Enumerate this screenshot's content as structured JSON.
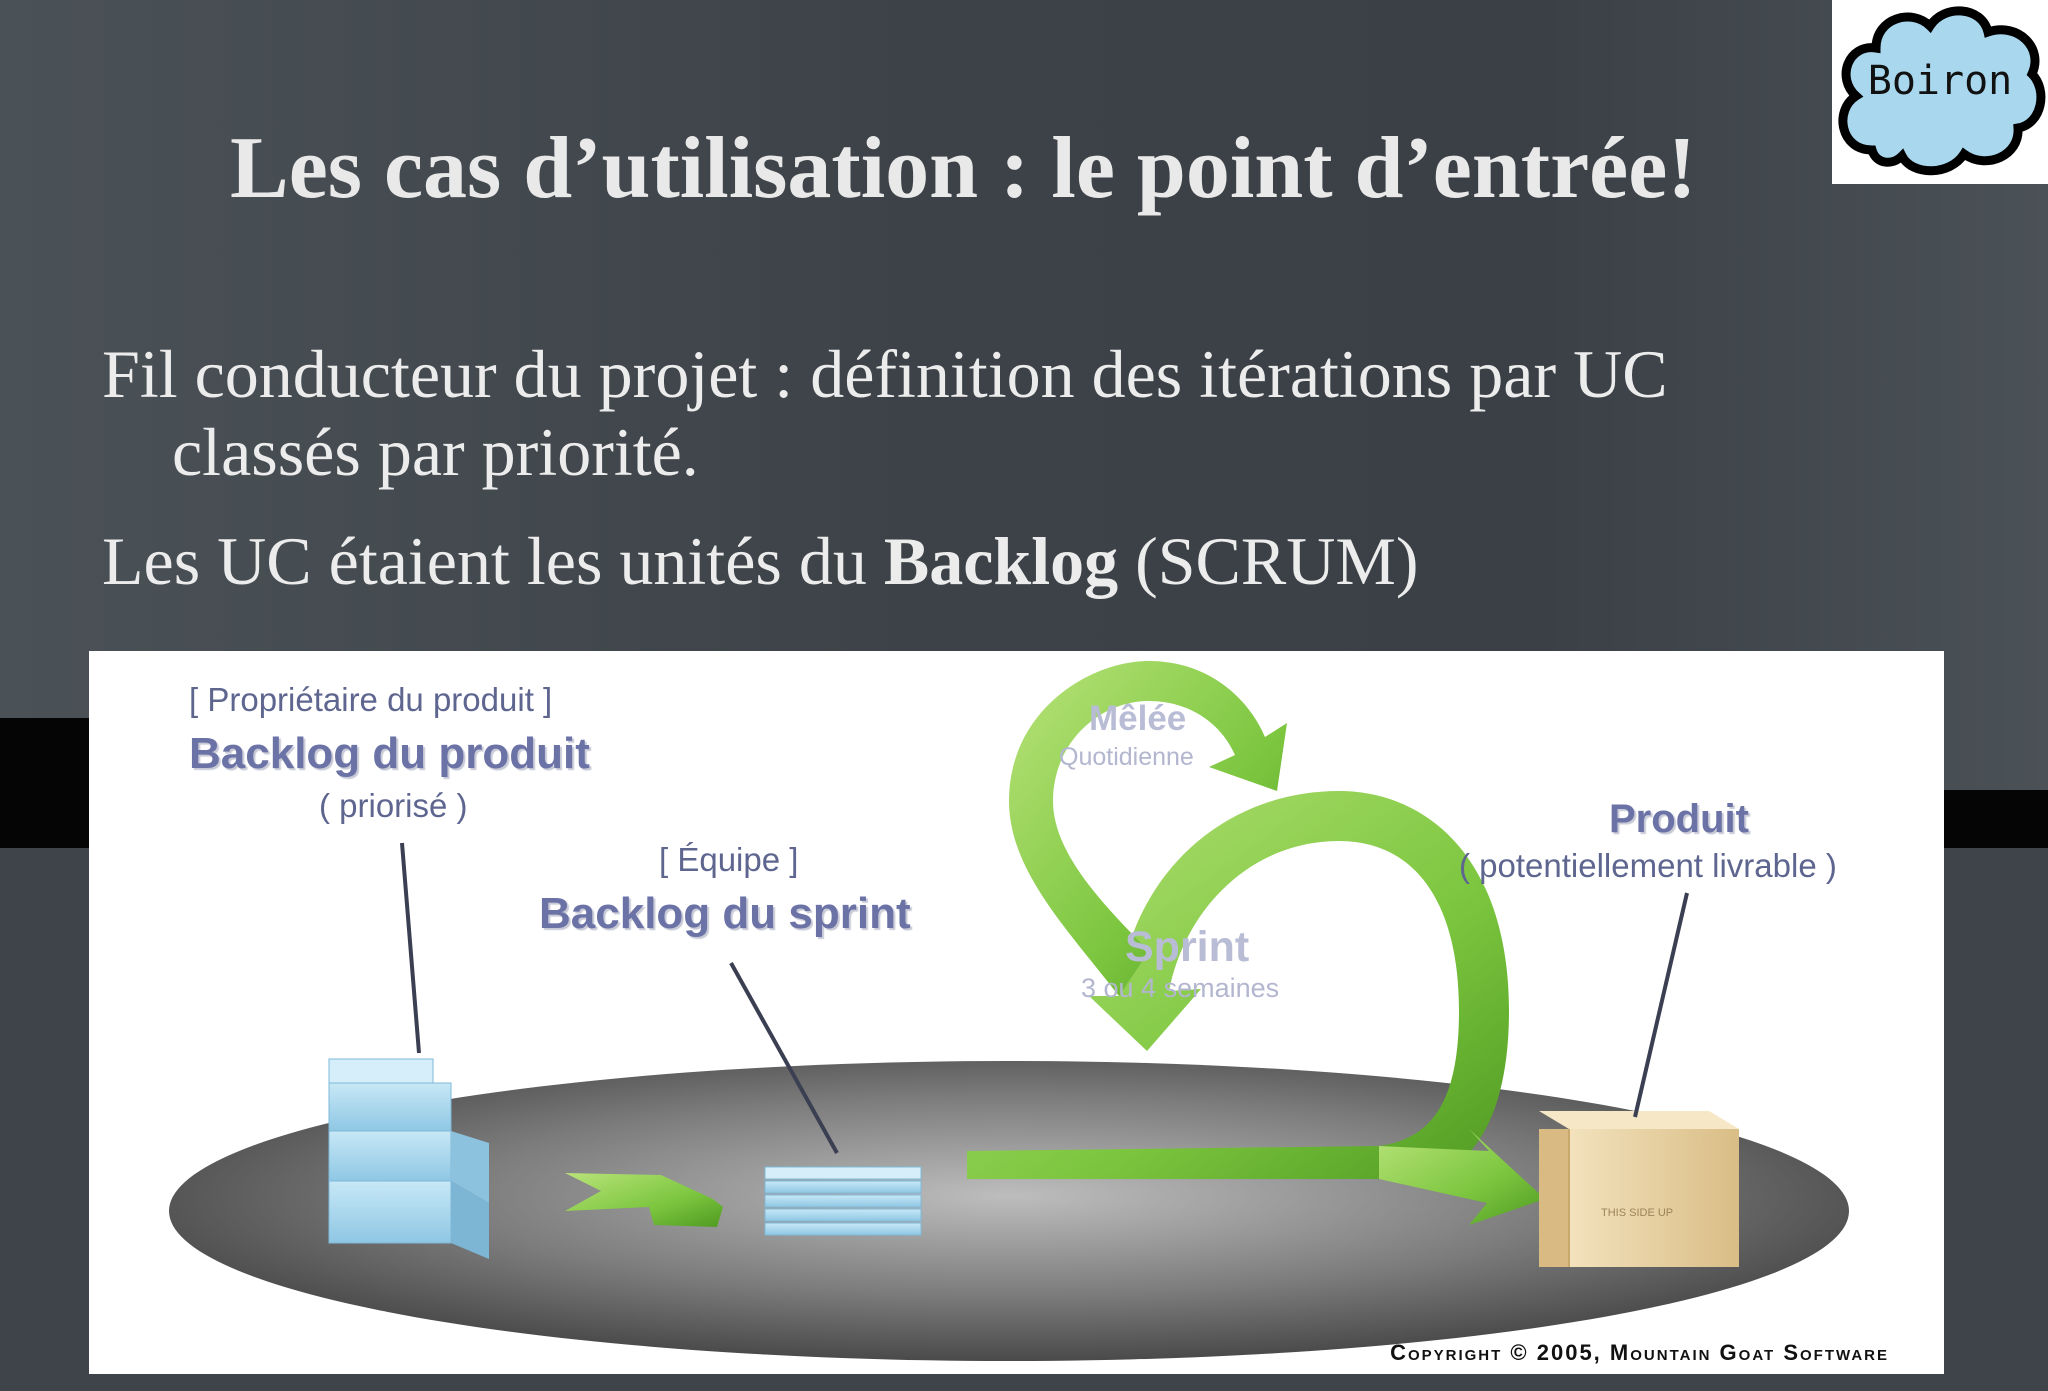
{
  "slide": {
    "title": "Les cas d’utilisation : le point d’entrée!",
    "bullet1_line1": "Fil conducteur du projet : définition des itérations par UC",
    "bullet1_line2": "classés par priorité.",
    "bullet2_pre": "Les UC étaient les unités du ",
    "bullet2_bold": "Backlog",
    "bullet2_post": " (SCRUM)"
  },
  "logo": {
    "text": "Boiron"
  },
  "diagram": {
    "owner_tag": "[ Propriétaire du produit ]",
    "product_backlog": "Backlog du produit",
    "prioritized": "( priorisé )",
    "team_tag": "[ Équipe ]",
    "sprint_backlog": "Backlog du sprint",
    "daily_scrum": "Mêlée",
    "daily_scrum_sub": "Quotidienne",
    "sprint": "Sprint",
    "sprint_duration": "3 ou 4 semaines",
    "product": "Produit",
    "shippable": "( potentiellement livrable )",
    "box_mark": "THIS SIDE UP",
    "copyright": "Copyright © 2005, Mountain Goat Software"
  },
  "colors": {
    "arrow_green": "#7cc63f",
    "block_blue": "#a9d8ee",
    "label_purple": "#6b72a6",
    "box_tan": "#ecd6a8"
  }
}
